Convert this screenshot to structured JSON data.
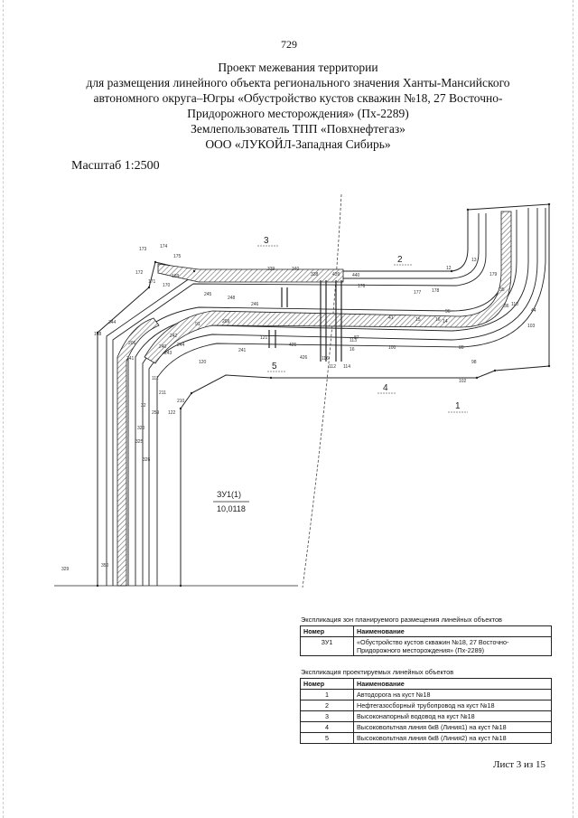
{
  "page_number": "729",
  "title_lines": [
    "Проект межевания территории",
    "для размещения линейного объекта регионального значения Ханты-Мансийского",
    "автономного округа–Югры «Обустройство кустов скважин №18, 27 Восточно-",
    "Придорожного месторождения» (Пх-2289)",
    "Землепользователь ТПП «Повхнефтегаз»",
    "ООО «ЛУКОЙЛ-Западная Сибирь»"
  ],
  "scale": "Масштаб 1:2500",
  "map": {
    "zone_labels": [
      "1",
      "2",
      "3",
      "4",
      "5"
    ],
    "parcel_label": "ЗУ1(1)",
    "parcel_area": "10,0118",
    "point_labels": [
      "173",
      "174",
      "175",
      "172",
      "171",
      "170",
      "169",
      "168",
      "344",
      "245",
      "248",
      "246",
      "339",
      "340",
      "338",
      "439",
      "440",
      "176",
      "177",
      "178",
      "13",
      "12",
      "179",
      "35",
      "36",
      "96",
      "16",
      "15",
      "14",
      "41",
      "44",
      "103",
      "110",
      "91",
      "209",
      "206",
      "242",
      "241",
      "240",
      "244",
      "243",
      "241",
      "120",
      "121",
      "425",
      "426",
      "116",
      "112",
      "114",
      "113",
      "16",
      "100",
      "87",
      "89",
      "98",
      "102",
      "111",
      "32",
      "259",
      "211",
      "210",
      "122",
      "320",
      "325",
      "326",
      "329",
      "350",
      "331"
    ]
  },
  "table1": {
    "caption": "Экспликация зон планируемого размещения линейных объектов",
    "headers": [
      "Номер",
      "Наименование"
    ],
    "rows": [
      [
        "ЗУ1",
        "«Обустройство кустов скважин №18, 27 Восточно-Придорожного месторождения» (Пх-2289)"
      ]
    ]
  },
  "table2": {
    "caption": "Экспликация проектируемых линейных объектов",
    "headers": [
      "Номер",
      "Наименование"
    ],
    "rows": [
      [
        "1",
        "Автодорога на куст №18"
      ],
      [
        "2",
        "Нефтегазосборный трубопровод на куст №18"
      ],
      [
        "3",
        "Высоконапорный водовод на куст №18"
      ],
      [
        "4",
        "Высоковольтная линия 6кВ (Линия1) на куст №18"
      ],
      [
        "5",
        "Высоковольтная линия 6кВ (Линия2) на куст №18"
      ]
    ]
  },
  "sheet": "Лист 3 из 15"
}
